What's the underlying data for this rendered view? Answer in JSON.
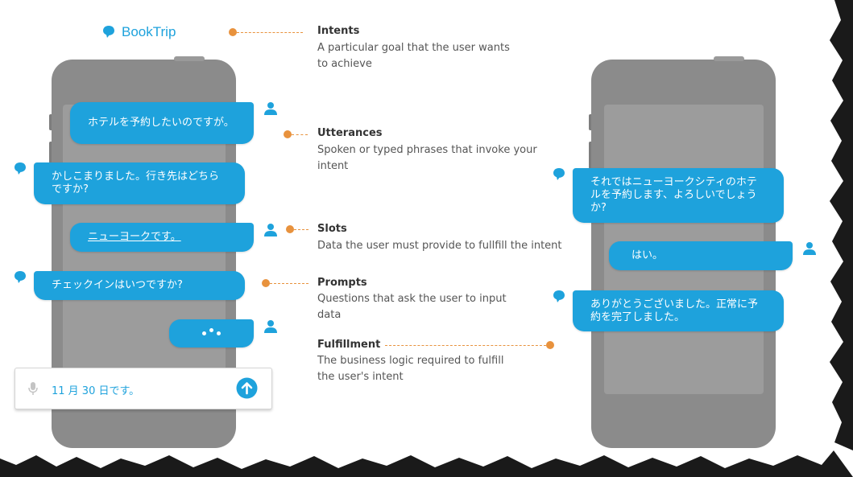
{
  "brand": {
    "name": "BookTrip",
    "icon": "chat-bubble-icon",
    "color": "#1ea2dc"
  },
  "left_conversation": {
    "messages": [
      {
        "role": "user",
        "text": "ホテルを予約したいのですが。"
      },
      {
        "role": "bot",
        "text": "かしこまりました。行き先はどちらですか?"
      },
      {
        "role": "user",
        "text": "ニューヨークです。",
        "underlined": true
      },
      {
        "role": "bot",
        "text": "チェックインはいつですか?"
      },
      {
        "role": "user",
        "typing": true
      }
    ],
    "input": {
      "value": "11 月 30 日です。",
      "mic_icon": "microphone-icon",
      "send_icon": "send-arrow-up-icon"
    }
  },
  "right_conversation": {
    "messages": [
      {
        "role": "bot",
        "text": "それではニューヨークシティのホテルを予約します、よろしいでしょうか?"
      },
      {
        "role": "user",
        "text": "はい。"
      },
      {
        "role": "bot",
        "text": "ありがとうございました。正常に予約を完了しました。"
      }
    ]
  },
  "annotations": {
    "intents": {
      "title": "Intents",
      "desc": "A particular goal that the user wants to achieve"
    },
    "utterances": {
      "title": "Utterances",
      "desc": "Spoken or typed phrases that invoke your intent"
    },
    "slots": {
      "title": "Slots",
      "desc": "Data the user must provide to fullfill the intent"
    },
    "prompts": {
      "title": "Prompts",
      "desc": "Questions that ask the user to input data"
    },
    "fulfillment": {
      "title": "Fulfillment",
      "desc": "The business logic required to fulfill the user's intent"
    }
  },
  "colors": {
    "accent": "#1ea2dc",
    "connector": "#e8923d",
    "phone": "#8b8b8b"
  }
}
